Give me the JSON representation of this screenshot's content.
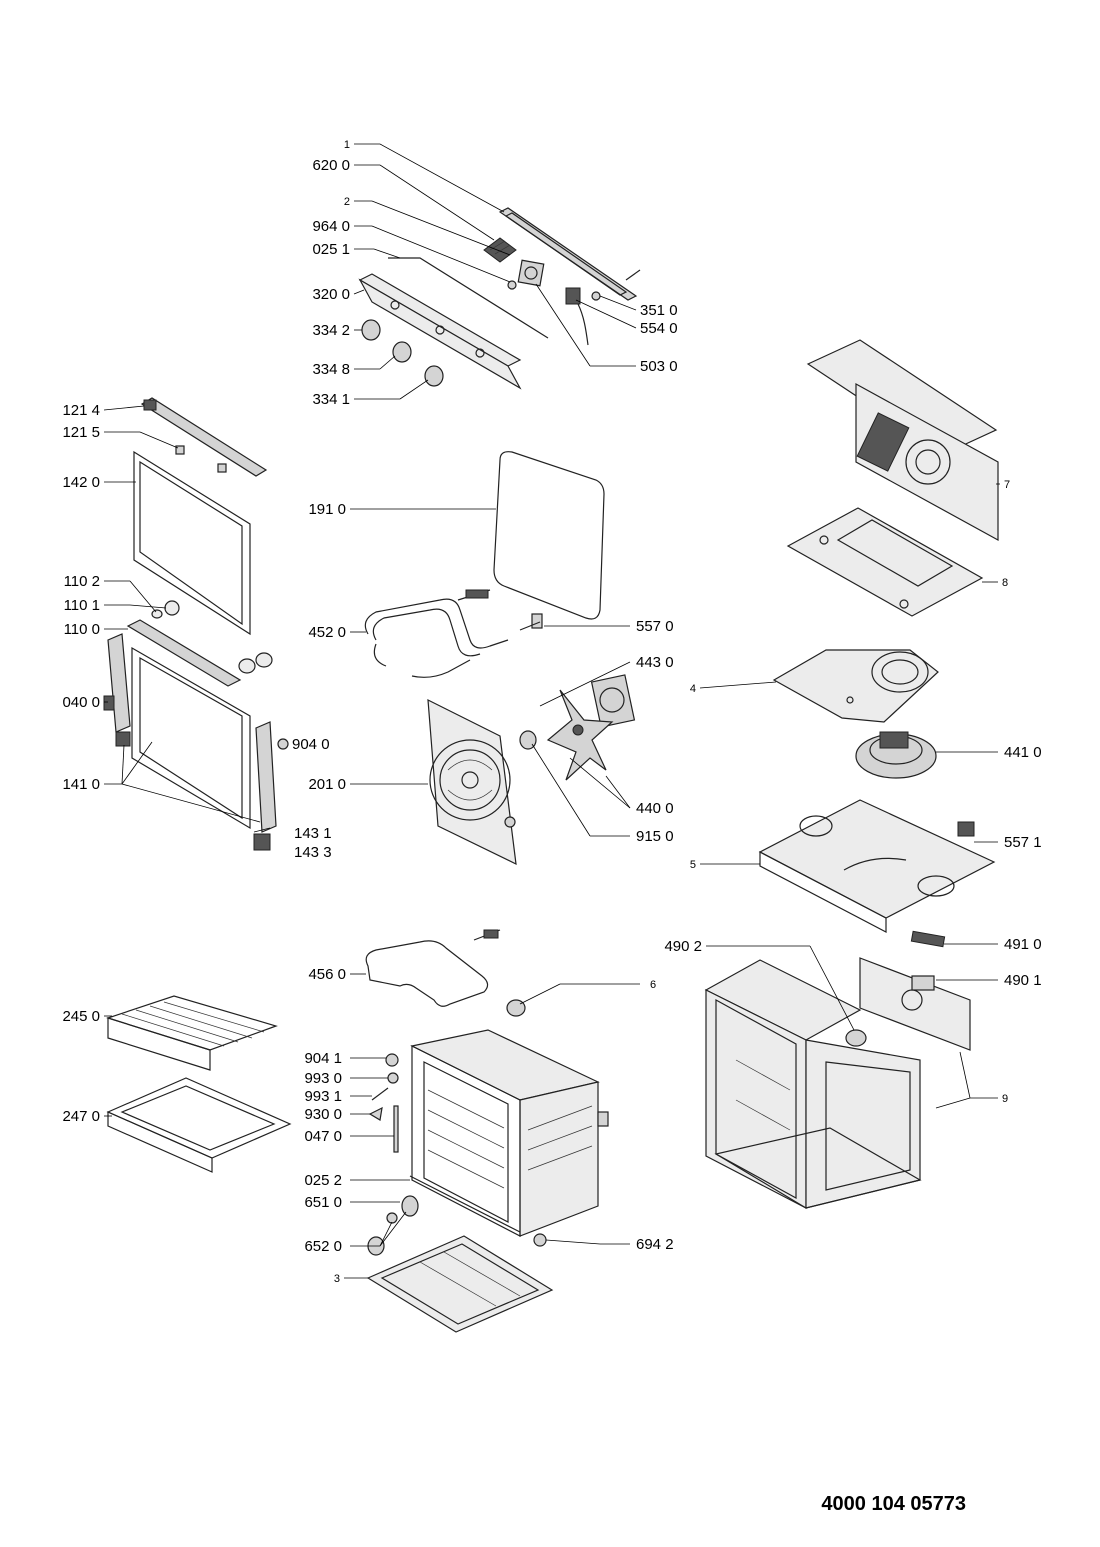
{
  "document_number": "4000 104 05773",
  "callouts": [
    {
      "id": "c1",
      "text": "1"
    },
    {
      "id": "c6200",
      "text": "620 0"
    },
    {
      "id": "c2",
      "text": "2"
    },
    {
      "id": "c9640",
      "text": "964 0"
    },
    {
      "id": "c0251",
      "text": "025 1"
    },
    {
      "id": "c3200",
      "text": "320 0"
    },
    {
      "id": "c3342",
      "text": "334 2"
    },
    {
      "id": "c3348",
      "text": "334 8"
    },
    {
      "id": "c3341",
      "text": "334 1"
    },
    {
      "id": "c3510",
      "text": "351 0"
    },
    {
      "id": "c5540",
      "text": "554 0"
    },
    {
      "id": "c5030",
      "text": "503 0"
    },
    {
      "id": "c1214",
      "text": "121 4"
    },
    {
      "id": "c1215",
      "text": "121 5"
    },
    {
      "id": "c1420",
      "text": "142 0"
    },
    {
      "id": "c1102",
      "text": "110 2"
    },
    {
      "id": "c1101",
      "text": "110 1"
    },
    {
      "id": "c1100",
      "text": "110 0"
    },
    {
      "id": "c0400",
      "text": "040 0"
    },
    {
      "id": "c1410",
      "text": "141 0"
    },
    {
      "id": "c9040",
      "text": "904 0"
    },
    {
      "id": "c1431",
      "text": "143 1"
    },
    {
      "id": "c1433",
      "text": "143 3"
    },
    {
      "id": "c1910",
      "text": "191 0"
    },
    {
      "id": "c4520",
      "text": "452 0"
    },
    {
      "id": "c5570",
      "text": "557 0"
    },
    {
      "id": "c4430",
      "text": "443 0"
    },
    {
      "id": "c2010",
      "text": "201 0"
    },
    {
      "id": "c4400",
      "text": "440 0"
    },
    {
      "id": "c9150",
      "text": "915 0"
    },
    {
      "id": "c7",
      "text": "7"
    },
    {
      "id": "c8",
      "text": "8"
    },
    {
      "id": "c4",
      "text": "4"
    },
    {
      "id": "c4410",
      "text": "441 0"
    },
    {
      "id": "c5571",
      "text": "557 1"
    },
    {
      "id": "c5",
      "text": "5"
    },
    {
      "id": "c4902",
      "text": "490 2"
    },
    {
      "id": "c4910",
      "text": "491 0"
    },
    {
      "id": "c4901",
      "text": "490 1"
    },
    {
      "id": "c9",
      "text": "9"
    },
    {
      "id": "c4560",
      "text": "456 0"
    },
    {
      "id": "c6",
      "text": "6"
    },
    {
      "id": "c2450",
      "text": "245 0"
    },
    {
      "id": "c2470",
      "text": "247 0"
    },
    {
      "id": "c9041",
      "text": "904 1"
    },
    {
      "id": "c9930",
      "text": "993 0"
    },
    {
      "id": "c9931",
      "text": "993 1"
    },
    {
      "id": "c9300",
      "text": "930 0"
    },
    {
      "id": "c0470",
      "text": "047 0"
    },
    {
      "id": "c0252",
      "text": "025 2"
    },
    {
      "id": "c6510",
      "text": "651 0"
    },
    {
      "id": "c6520",
      "text": "652 0"
    },
    {
      "id": "c6942",
      "text": "694 2"
    },
    {
      "id": "c3",
      "text": "3"
    }
  ]
}
